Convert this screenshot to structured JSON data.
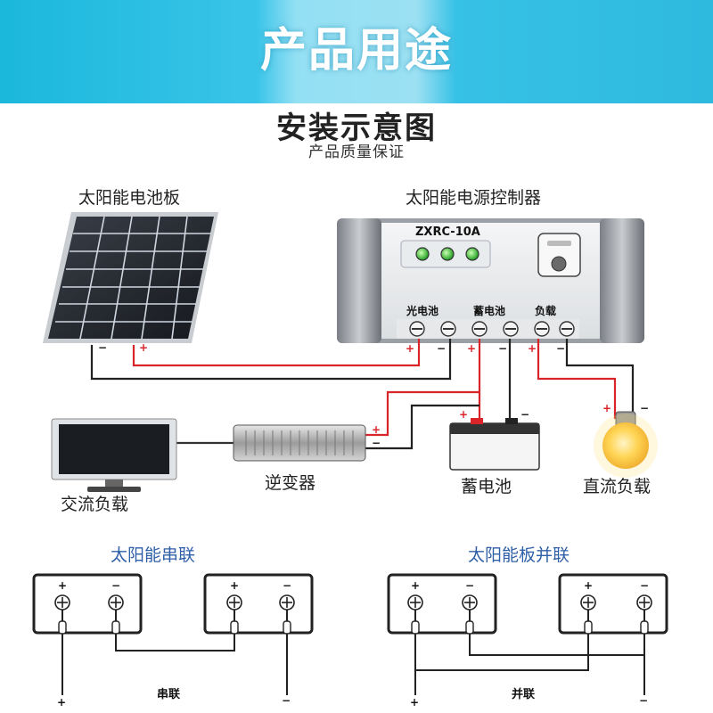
{
  "banner": {
    "title": "产品用途"
  },
  "header": {
    "title": "安装示意图",
    "subtitle": "产品质量保证"
  },
  "labels": {
    "solar_panel": "太阳能电池板",
    "controller": "太阳能电源控制器",
    "model": "ZXRC-10A",
    "term_pv": "光电池",
    "term_battery": "蓄电池",
    "term_load": "负载",
    "ac_load": "交流负载",
    "inverter": "逆变器",
    "battery": "蓄电池",
    "dc_load": "直流负载",
    "series_title": "太阳能串联",
    "parallel_title": "太阳能板并联",
    "series_label": "串联",
    "parallel_label": "并联"
  },
  "signs": {
    "plus": "+",
    "minus": "−"
  },
  "colors": {
    "banner": "#2ebfe3",
    "positive_wire": "#d9242a",
    "negative_wire": "#222222",
    "blue_text": "#2f5fa8"
  }
}
